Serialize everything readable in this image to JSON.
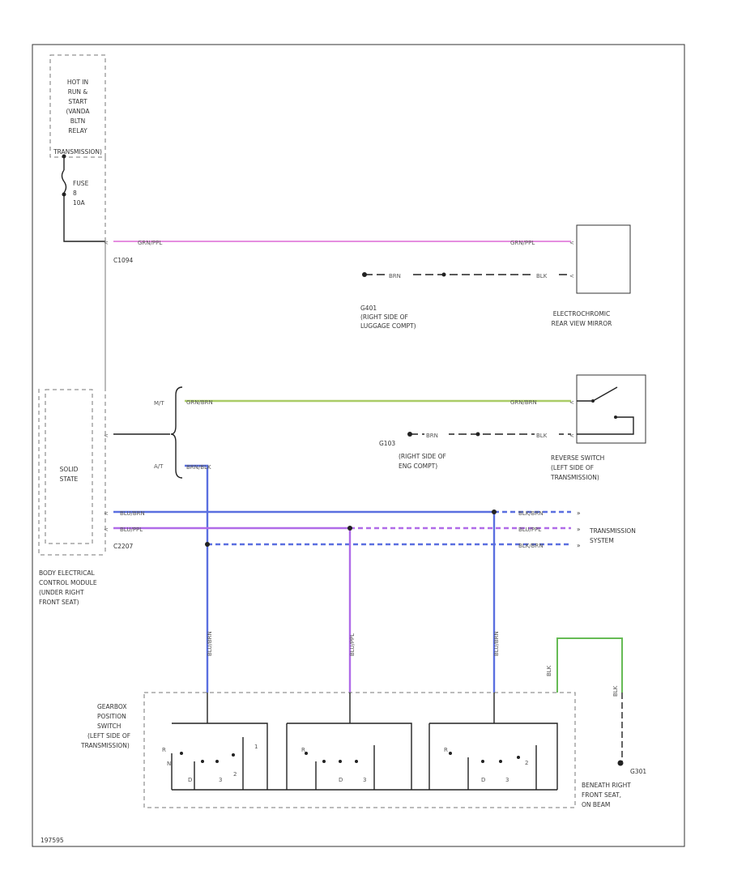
{
  "module_top": {
    "lines": [
      "HOT IN",
      "RUN &",
      "START",
      "(VANDA",
      "BLTN",
      "RELAY",
      "TRANSMISSION)"
    ],
    "fuse_lines": [
      "FUSE",
      "8",
      "10A"
    ]
  },
  "connectors": {
    "c1": "C1094",
    "c2": "C2207",
    "g_mirror": "G401",
    "g_reverse": "G103",
    "g_gear": "G301"
  },
  "wires": {
    "pink_left": "GRN/PPL",
    "pink_right": "GRN/PPL",
    "mirror_ground_left": "BRN",
    "mirror_ground_right": "BLK",
    "mt": "M/T",
    "at": "A/T",
    "green_left": "GRN/BRN",
    "green_right": "GRN/BRN",
    "reverse_ground_left": "BRN",
    "reverse_ground_right": "BLK",
    "at_wire": "BRN/BLK",
    "blue_left": "BLU/BRN",
    "purple_left": "BLU/PPL",
    "blue_right": "BLK/BRN",
    "purple_right": "BLU/PPL",
    "blue3_right": "BLK/BRN",
    "v1": "BLU/BRN",
    "v2": "BLU/PPL",
    "v3": "BLU/BRN",
    "v_green_a": "BLK",
    "v_green_b": "BLK"
  },
  "labels": {
    "mirror_ground": [
      "G401",
      "(RIGHT SIDE OF",
      "LUGGAGE COMPT)"
    ],
    "mirror": [
      "ELECTROCHROMIC",
      "REAR VIEW MIRROR"
    ],
    "reverse_ground": [
      "(RIGHT SIDE OF",
      "ENG COMPT)"
    ],
    "reverse_switch": [
      "REVERSE SWITCH",
      "(LEFT SIDE OF",
      "TRANSMISSION)"
    ],
    "solid_state": [
      "SOLID",
      "STATE"
    ],
    "bcm": [
      "BODY ELECTRICAL",
      "CONTROL MODULE",
      "(UNDER RIGHT",
      "FRONT SEAT)"
    ],
    "transmission_system": [
      "TRANSMISSION",
      "SYSTEM"
    ],
    "gear_switch": [
      "GEARBOX",
      "POSITION",
      "SWITCH",
      "(LEFT SIDE OF",
      "TRANSMISSION)"
    ],
    "ground_beneath": [
      "G301",
      "BENEATH RIGHT",
      "FRONT SEAT,",
      "ON BEAM"
    ],
    "footer_code": "197595"
  },
  "gear_positions": {
    "group1": [
      "R",
      "N",
      "D",
      "3",
      "2",
      "1"
    ],
    "group2": [
      "R",
      "D",
      "3"
    ],
    "group3": [
      "R",
      "D",
      "3",
      "2"
    ]
  }
}
